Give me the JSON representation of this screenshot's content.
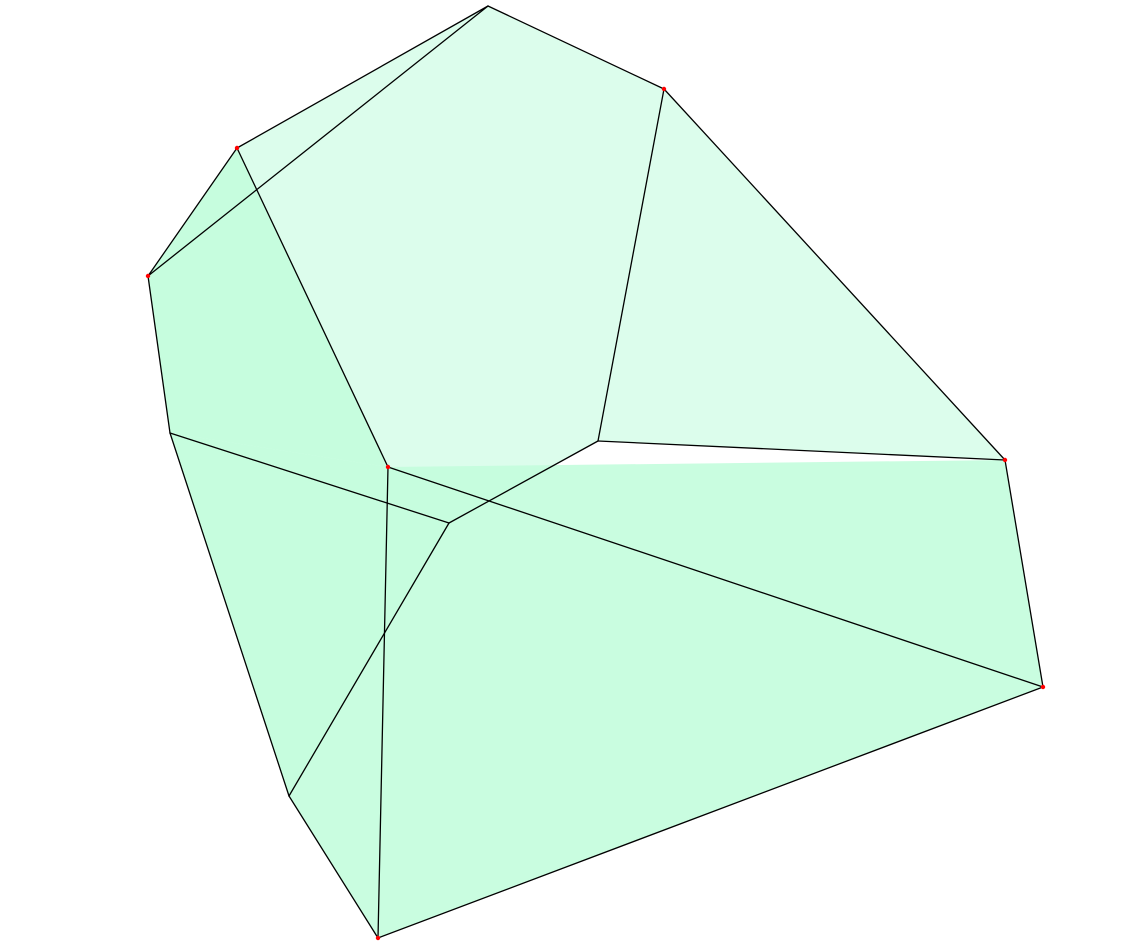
{
  "figure": {
    "kind": "polyhedron-3d-view",
    "colors": {
      "background": "#ffffff",
      "back_face_fill": "#dcfdec",
      "front_face_fill": "#c3fddd",
      "edge": "#000000",
      "marked_vertex": "#ff0000"
    },
    "vertex_count": 12,
    "marked_vertex_count": 7
  }
}
